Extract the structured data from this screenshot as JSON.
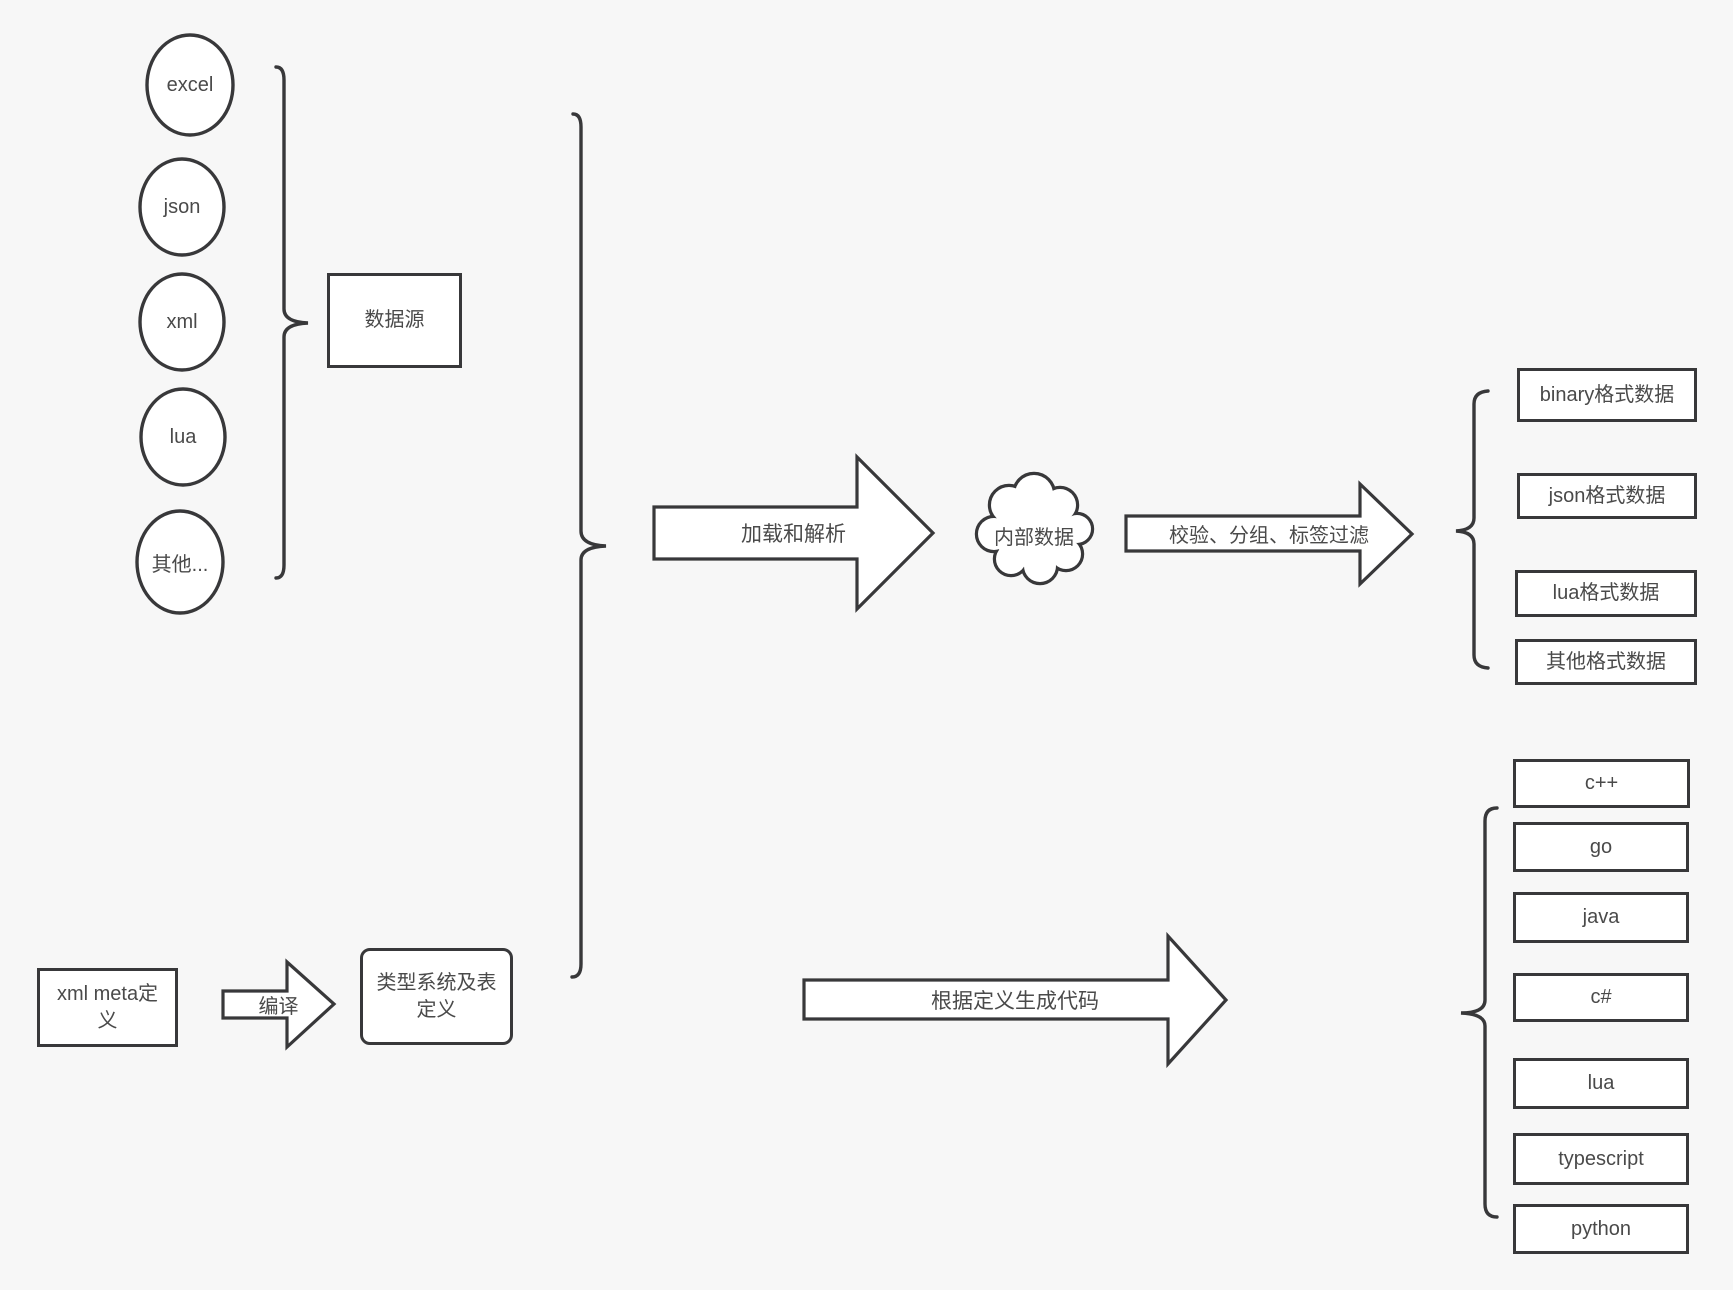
{
  "colors": {
    "background": "#f7f7f7",
    "stroke": "#38383a",
    "text": "#4a4a4a",
    "fill": "#ffffff"
  },
  "sources": {
    "items": [
      "excel",
      "json",
      "xml",
      "lua",
      "其他..."
    ],
    "group_label": "数据源"
  },
  "definitions": {
    "xml_meta": "xml meta定义",
    "compile_label": "编译",
    "type_system": "类型系统及表定义"
  },
  "flow": {
    "load_parse": "加载和解析",
    "internal_data": "内部数据",
    "filter": "校验、分组、标签过滤",
    "codegen": "根据定义生成代码"
  },
  "outputs": {
    "formats": [
      "binary格式数据",
      "json格式数据",
      "lua格式数据",
      "其他格式数据"
    ],
    "languages": [
      "c++",
      "go",
      "java",
      "c#",
      "lua",
      "typescript",
      "python"
    ]
  }
}
